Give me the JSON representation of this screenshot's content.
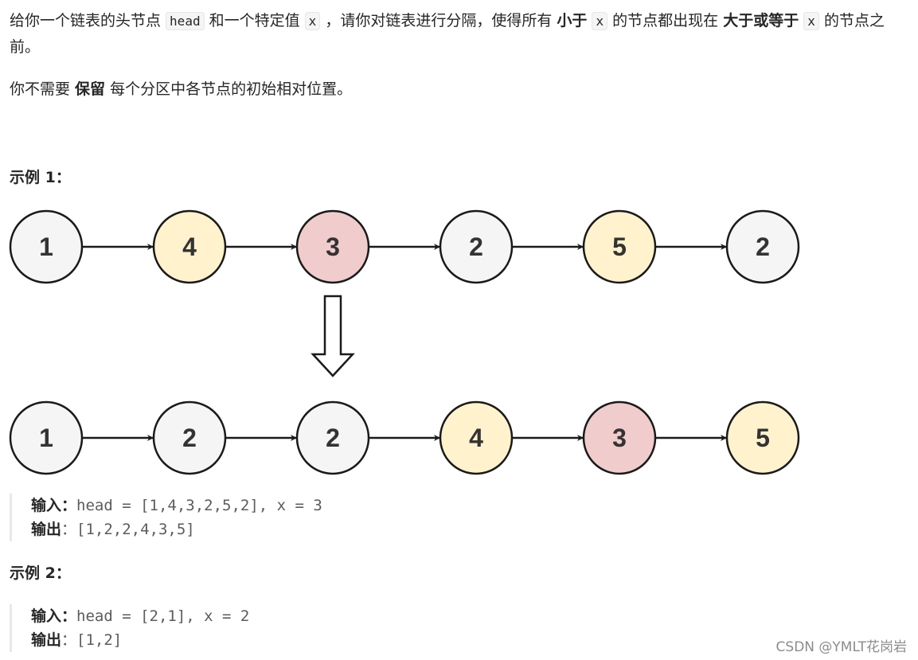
{
  "intro": {
    "t1": "给你一个链表的头节点 ",
    "c_head": "head",
    "t2": " 和一个特定值 ",
    "c_x1": "x",
    "t3": " ，请你对链表进行分隔，使得所有 ",
    "b_less": "小于",
    "c_x2": "x",
    "t4": " 的节点都出现在 ",
    "b_geq": "大于或等于",
    "c_x3": "x",
    "t5": " 的节点之前。"
  },
  "note": {
    "t1": "你不需要 ",
    "b_keep": "保留",
    "t2": " 每个分区中各节点的初始相对位置。"
  },
  "example1": {
    "title": "示例 1：",
    "input_label": "输入：",
    "input_value": "head = [1,4,3,2,5,2], x = 3",
    "output_label": "输出",
    "output_sep": "：",
    "output_value": "[1,2,2,4,3,5]"
  },
  "example2": {
    "title": "示例 2：",
    "input_label": "输入：",
    "input_value": "head = [2,1], x = 2",
    "output_label": "输出",
    "output_sep": "：",
    "output_value": "[1,2]"
  },
  "diagram": {
    "colors": {
      "gray": "#f5f5f5",
      "yellow": "#fff2cc",
      "pink": "#f0cccc",
      "stroke": "#1a1a1a"
    },
    "before": [
      {
        "label": "1",
        "color": "gray"
      },
      {
        "label": "4",
        "color": "yellow"
      },
      {
        "label": "3",
        "color": "pink"
      },
      {
        "label": "2",
        "color": "gray"
      },
      {
        "label": "5",
        "color": "yellow"
      },
      {
        "label": "2",
        "color": "gray"
      }
    ],
    "after": [
      {
        "label": "1",
        "color": "gray"
      },
      {
        "label": "2",
        "color": "gray"
      },
      {
        "label": "2",
        "color": "gray"
      },
      {
        "label": "4",
        "color": "yellow"
      },
      {
        "label": "3",
        "color": "pink"
      },
      {
        "label": "5",
        "color": "yellow"
      }
    ]
  },
  "watermark": "CSDN @YMLT花岗岩"
}
